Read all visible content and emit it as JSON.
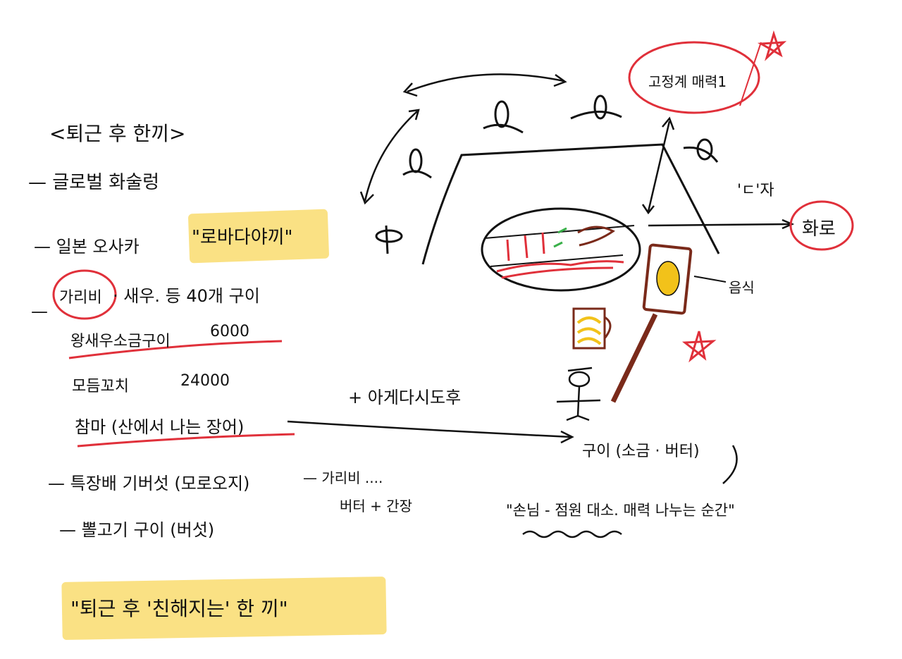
{
  "left_notes": {
    "title": "<퇴근 후 한끼>",
    "line1": "— 글로벌 화술렁",
    "line2_prefix": "— 일본 오사카",
    "line2_quote": "\"로바다야끼\"",
    "line3_circled": "가리비",
    "line3_rest": "· 새우. 등 40개 구이",
    "item1_name": "왕새우소금구이",
    "item1_price": "6000",
    "item2_name": "모듬꼬치",
    "item2_price": "24000",
    "item3": "참마 (산에서 나는 장어)",
    "line4": "— 특장배 기버섯 (모로오지)",
    "line4_side1": "— 가리비 ....",
    "line4_side2": "버터 + 간장",
    "line5": "— 뽈고기 구이 (버섯)",
    "bottom_highlight": "\"퇴근 후 '친해지는' 한 끼\""
  },
  "diagram": {
    "star_label": "고정계 매력1",
    "t_label": "'ㄷ'자",
    "fire_label": "화로",
    "paddle_label": "음식",
    "plus_note": "+ 아게다시도후",
    "grill_note": "구이 (소금 · 버터)",
    "quote_note": "\"손님 - 점원 대소. 매력 나누는 순간\""
  },
  "colors": {
    "ink": "#111111",
    "red": "#e0303a",
    "highlight": "#f9dc6f",
    "brown": "#7a2a1a",
    "yellow_food": "#f2c21a"
  }
}
